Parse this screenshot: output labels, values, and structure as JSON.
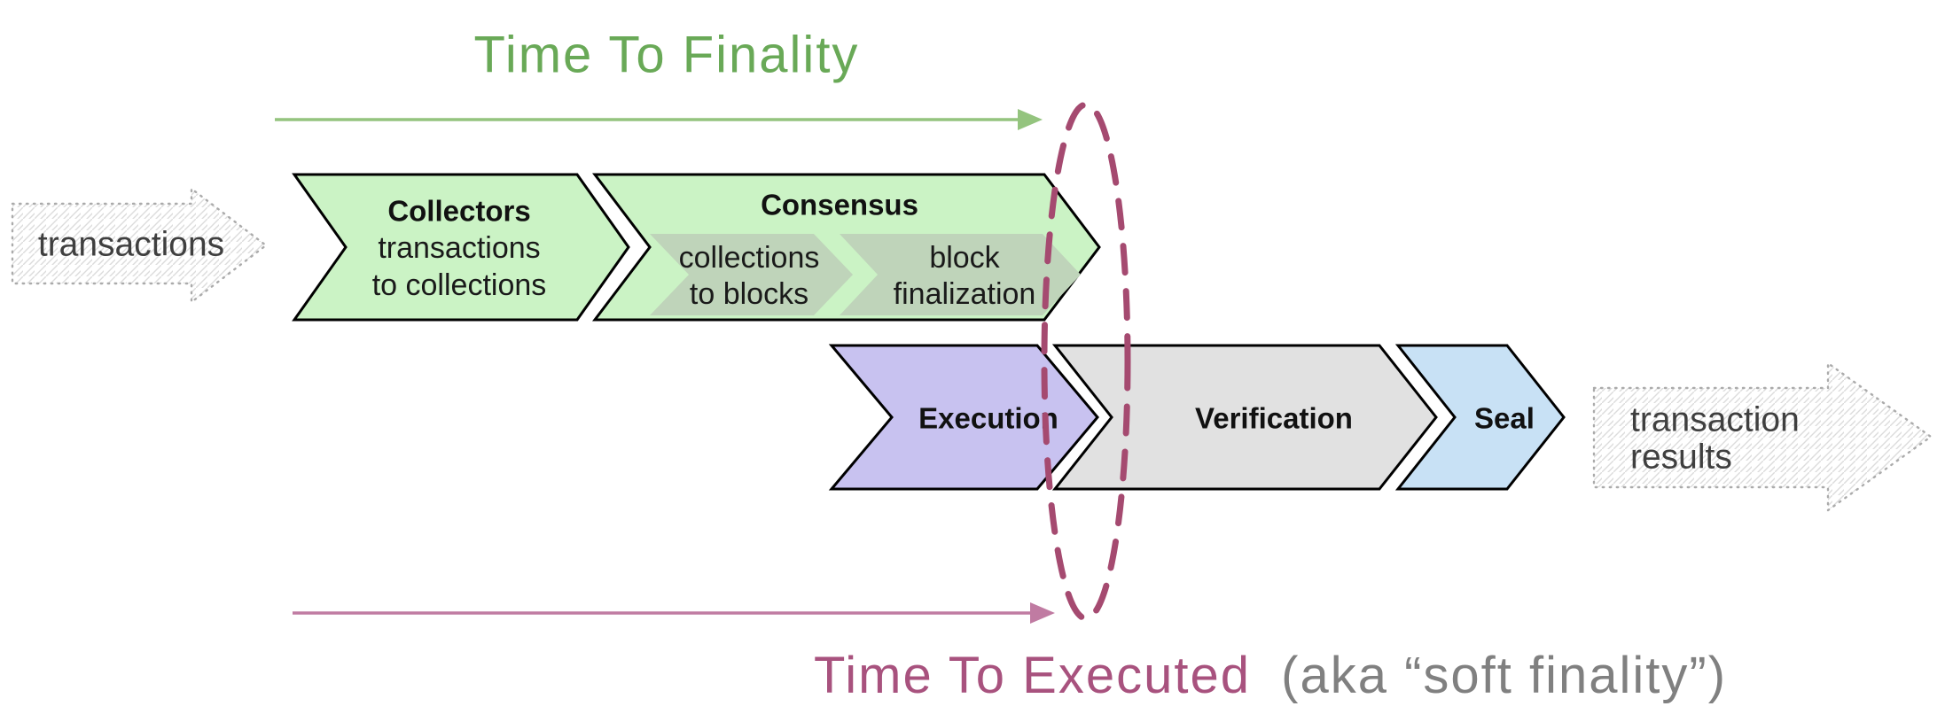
{
  "labels": {
    "time_to_finality": "Time To Finality",
    "time_to_executed": "Time To Executed",
    "soft_finality_suffix": "(aka “soft finality”)",
    "input": "transactions",
    "output_line1": "transaction",
    "output_line2": "results"
  },
  "stages": {
    "collectors": {
      "title": "Collectors",
      "line1": "transactions",
      "line2": "to collections"
    },
    "consensus": {
      "title": "Consensus",
      "sub1": {
        "line1": "collections",
        "line2": "to blocks"
      },
      "sub2": {
        "line1": "block",
        "line2": "finalization"
      }
    },
    "execution": {
      "title": "Execution"
    },
    "verification": {
      "title": "Verification"
    },
    "seal": {
      "title": "Seal"
    }
  },
  "colors": {
    "finality_green": "#69a957",
    "arrow_green": "#94c47e",
    "executed_pink": "#a8527e",
    "arrow_pink": "#c07ba2",
    "ellipse_maroon": "#a54a70",
    "suffix_gray": "#808080",
    "stage_green": "#cbf3c5",
    "substage_green": "#bfd4ba",
    "execution_purple": "#c8c2f0",
    "verification_gray": "#e1e1e1",
    "seal_blue": "#c8e1f5"
  }
}
